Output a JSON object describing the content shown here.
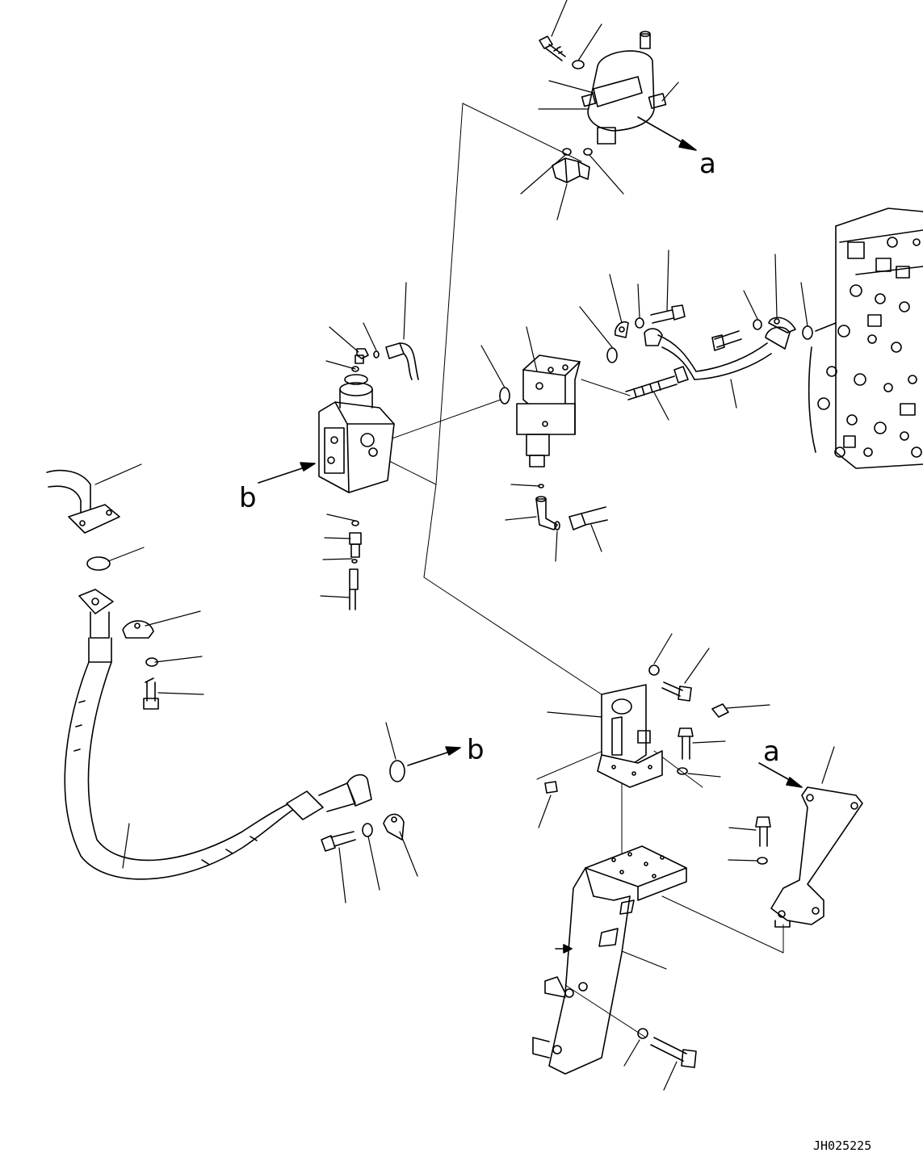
{
  "figure": {
    "reference_code": "JH025225",
    "callouts": {
      "a_top": "a",
      "a_bottom": "a",
      "b_left": "b",
      "b_right": "b"
    }
  },
  "colors": {
    "line": "#000000",
    "background": "#ffffff",
    "shade": "#e8e8e8"
  }
}
